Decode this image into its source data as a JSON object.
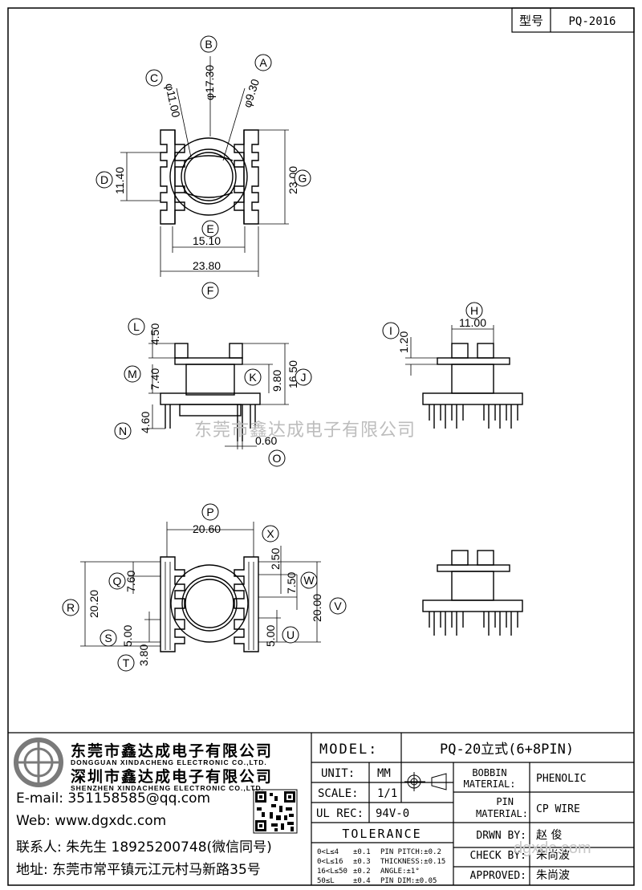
{
  "header": {
    "type_label": "型号",
    "type_value": "PQ-2016"
  },
  "dimensions": {
    "A": "φ9.30",
    "B": "φ17.30",
    "C": "φ11.00",
    "D": "11.40",
    "E": "15.10",
    "F": "23.80",
    "G": "23.00",
    "H": "11.00",
    "I": "1.20",
    "J": "16.50",
    "K": "9.80",
    "L": "4.50",
    "M": "7.40",
    "N": "4.60",
    "O": "0.60",
    "P": "20.60",
    "Q": "7.60",
    "R": "20.20",
    "S": "5.00",
    "T": "3.80",
    "U": "5.00",
    "V": "20.00",
    "W": "7.50",
    "X": "2.50"
  },
  "bubble_letters": [
    "A",
    "B",
    "C",
    "D",
    "E",
    "F",
    "G",
    "H",
    "I",
    "J",
    "K",
    "L",
    "M",
    "N",
    "O",
    "P",
    "Q",
    "R",
    "S",
    "T",
    "U",
    "V",
    "W",
    "X"
  ],
  "watermark": "东莞市鑫达成电子有限公司",
  "watermark2": "dgxdc.com",
  "company": {
    "name1_cn": "东莞市鑫达成电子有限公司",
    "name1_en": "DONGGUAN XINDACHENG ELECTRONIC CO.,LTD.",
    "name2_cn": "深圳市鑫达成电子有限公司",
    "name2_en": "SHENZHEN XINDACHENG ELECTRONIC CO.,LTD.",
    "email": "E-mail: 351158585@qq.com",
    "web": "Web: www.dgxdc.com",
    "contact": "联系人: 朱先生 18925200748(微信同号)",
    "address": "地址: 东莞市常平镇元江元村马新路35号"
  },
  "title_block": {
    "model_label": "MODEL:",
    "model_value": "PQ-20立式(6+8PIN)",
    "unit_label": "UNIT:",
    "unit_value": "MM",
    "scale_label": "SCALE:",
    "scale_value": "1/1",
    "ul_label": "UL REC:",
    "ul_value": "94V-0",
    "bobbin_label_1": "BOBBIN",
    "bobbin_label_2": "MATERIAL:",
    "bobbin_value": "PHENOLIC",
    "pin_label_1": "PIN",
    "pin_label_2": "MATERIAL:",
    "pin_value": "CP WIRE",
    "tolerance_label": "TOLERANCE",
    "tol_rows": [
      {
        "range": "0<L≤4",
        "tol": "±0.1",
        "spec": "PIN PITCH:±0.2"
      },
      {
        "range": "0<L≤16",
        "tol": "±0.3",
        "spec": "THICKNESS:±0.15"
      },
      {
        "range": "16<L≤50",
        "tol": "±0.2",
        "spec": "ANGLE:±1°"
      },
      {
        "range": "50≤L",
        "tol": "±0.4",
        "spec": "PIN DIM:±0.05"
      }
    ],
    "drawn_label": "DRWN BY:",
    "drawn_value": "赵 俊",
    "check_label": "CHECK BY:",
    "check_value": "朱尚波",
    "approved_label": "APPROVED:",
    "approved_value": "朱尚波"
  }
}
